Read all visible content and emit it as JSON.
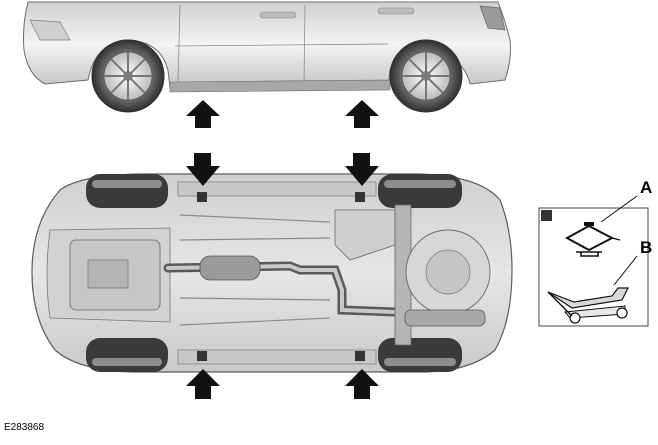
{
  "figure_id": "E283868",
  "callouts": [
    {
      "letter": "A",
      "item": "scissor-jack"
    },
    {
      "letter": "B",
      "item": "trolley-jack"
    }
  ],
  "colors": {
    "arrow": "#111111",
    "lift_point_marker": "#333333",
    "body_light": "#e8e8e8",
    "body_mid": "#bdbdbd",
    "body_dark": "#6f6f6f",
    "tire": "#3a3a3a"
  }
}
